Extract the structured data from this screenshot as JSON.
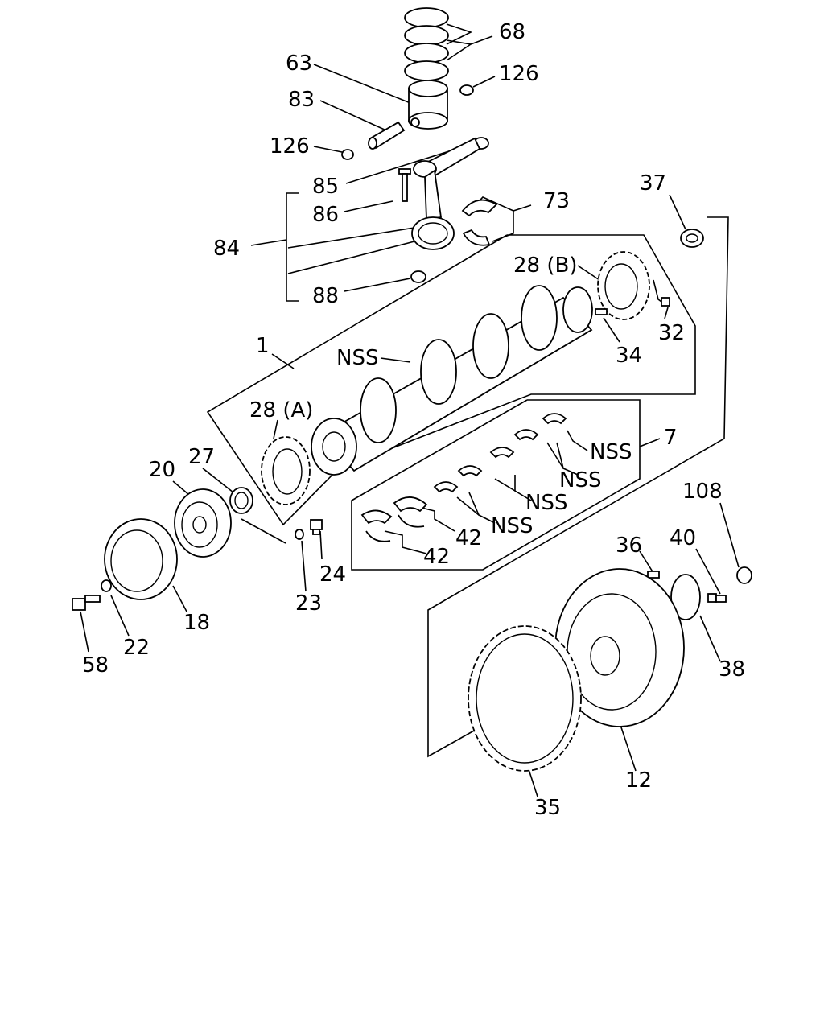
{
  "labels": {
    "l68": "68",
    "l63": "63",
    "l126a": "126",
    "l83": "83",
    "l126b": "126",
    "l85": "85",
    "l86": "86",
    "l84": "84",
    "l88": "88",
    "l73": "73",
    "l37": "37",
    "l28b": "28 (B)",
    "l32": "32",
    "l34": "34",
    "l1": "1",
    "lnss1": "NSS",
    "l28a": "28 (A)",
    "l27": "27",
    "l20": "20",
    "l7": "7",
    "lnss2": "NSS",
    "lnss3": "NSS",
    "lnss4": "NSS",
    "lnss5": "NSS",
    "l42a": "42",
    "l42b": "42",
    "l24": "24",
    "l23": "23",
    "l18": "18",
    "l22": "22",
    "l58": "58",
    "l108": "108",
    "l36": "36",
    "l40": "40",
    "l38": "38",
    "l12": "12",
    "l35": "35"
  }
}
